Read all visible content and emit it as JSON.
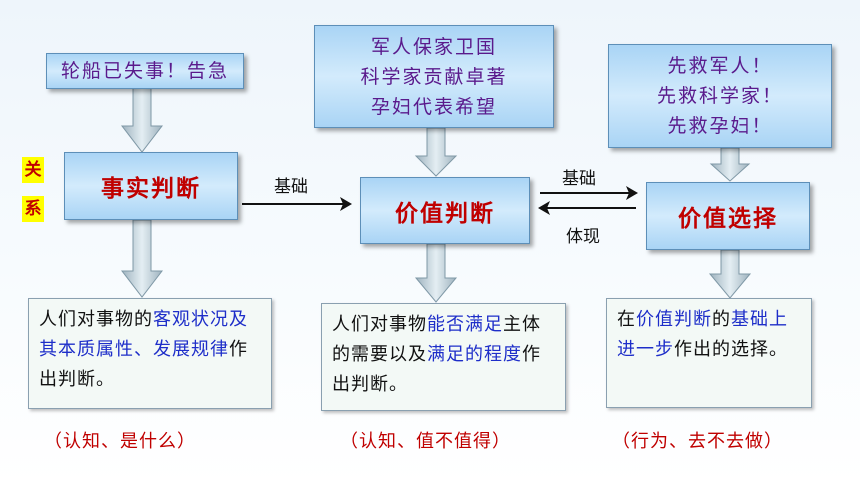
{
  "top_boxes": {
    "left": {
      "text": "轮船已失事！告急"
    },
    "middle": {
      "lines": [
        "军人保家卫国",
        "科学家贡献卓著",
        "孕妇代表希望"
      ]
    },
    "right": {
      "lines": [
        "先救军人！",
        "先救科学家！",
        "先救孕妇！"
      ]
    }
  },
  "relation_label": {
    "line1": "关",
    "line2": "系"
  },
  "main_boxes": {
    "fact": "事实判断",
    "value": "价值判断",
    "choice": "价值选择"
  },
  "arrow_labels": {
    "fact_to_value": "基础",
    "value_to_choice": "基础",
    "choice_to_value": "体现"
  },
  "descriptions": {
    "fact": {
      "p1": "人们对事物的",
      "h1": "客观状况及其本质属性、发展规律",
      "p2": "作出判断。"
    },
    "value": {
      "p1": "人们对事物",
      "h1": "能否满足",
      "p2": "主体的需要以及",
      "h2": "满足的程度",
      "p3": "作出判断。"
    },
    "choice": {
      "p1": "在",
      "h1": "价值判断",
      "p2": "的",
      "h2": "基础上进一步",
      "p3": "作出的选择。"
    }
  },
  "notes": {
    "fact": "（认知、是什么）",
    "value": "（认知、值不值得）",
    "choice": "（行为、去不去做）"
  }
}
